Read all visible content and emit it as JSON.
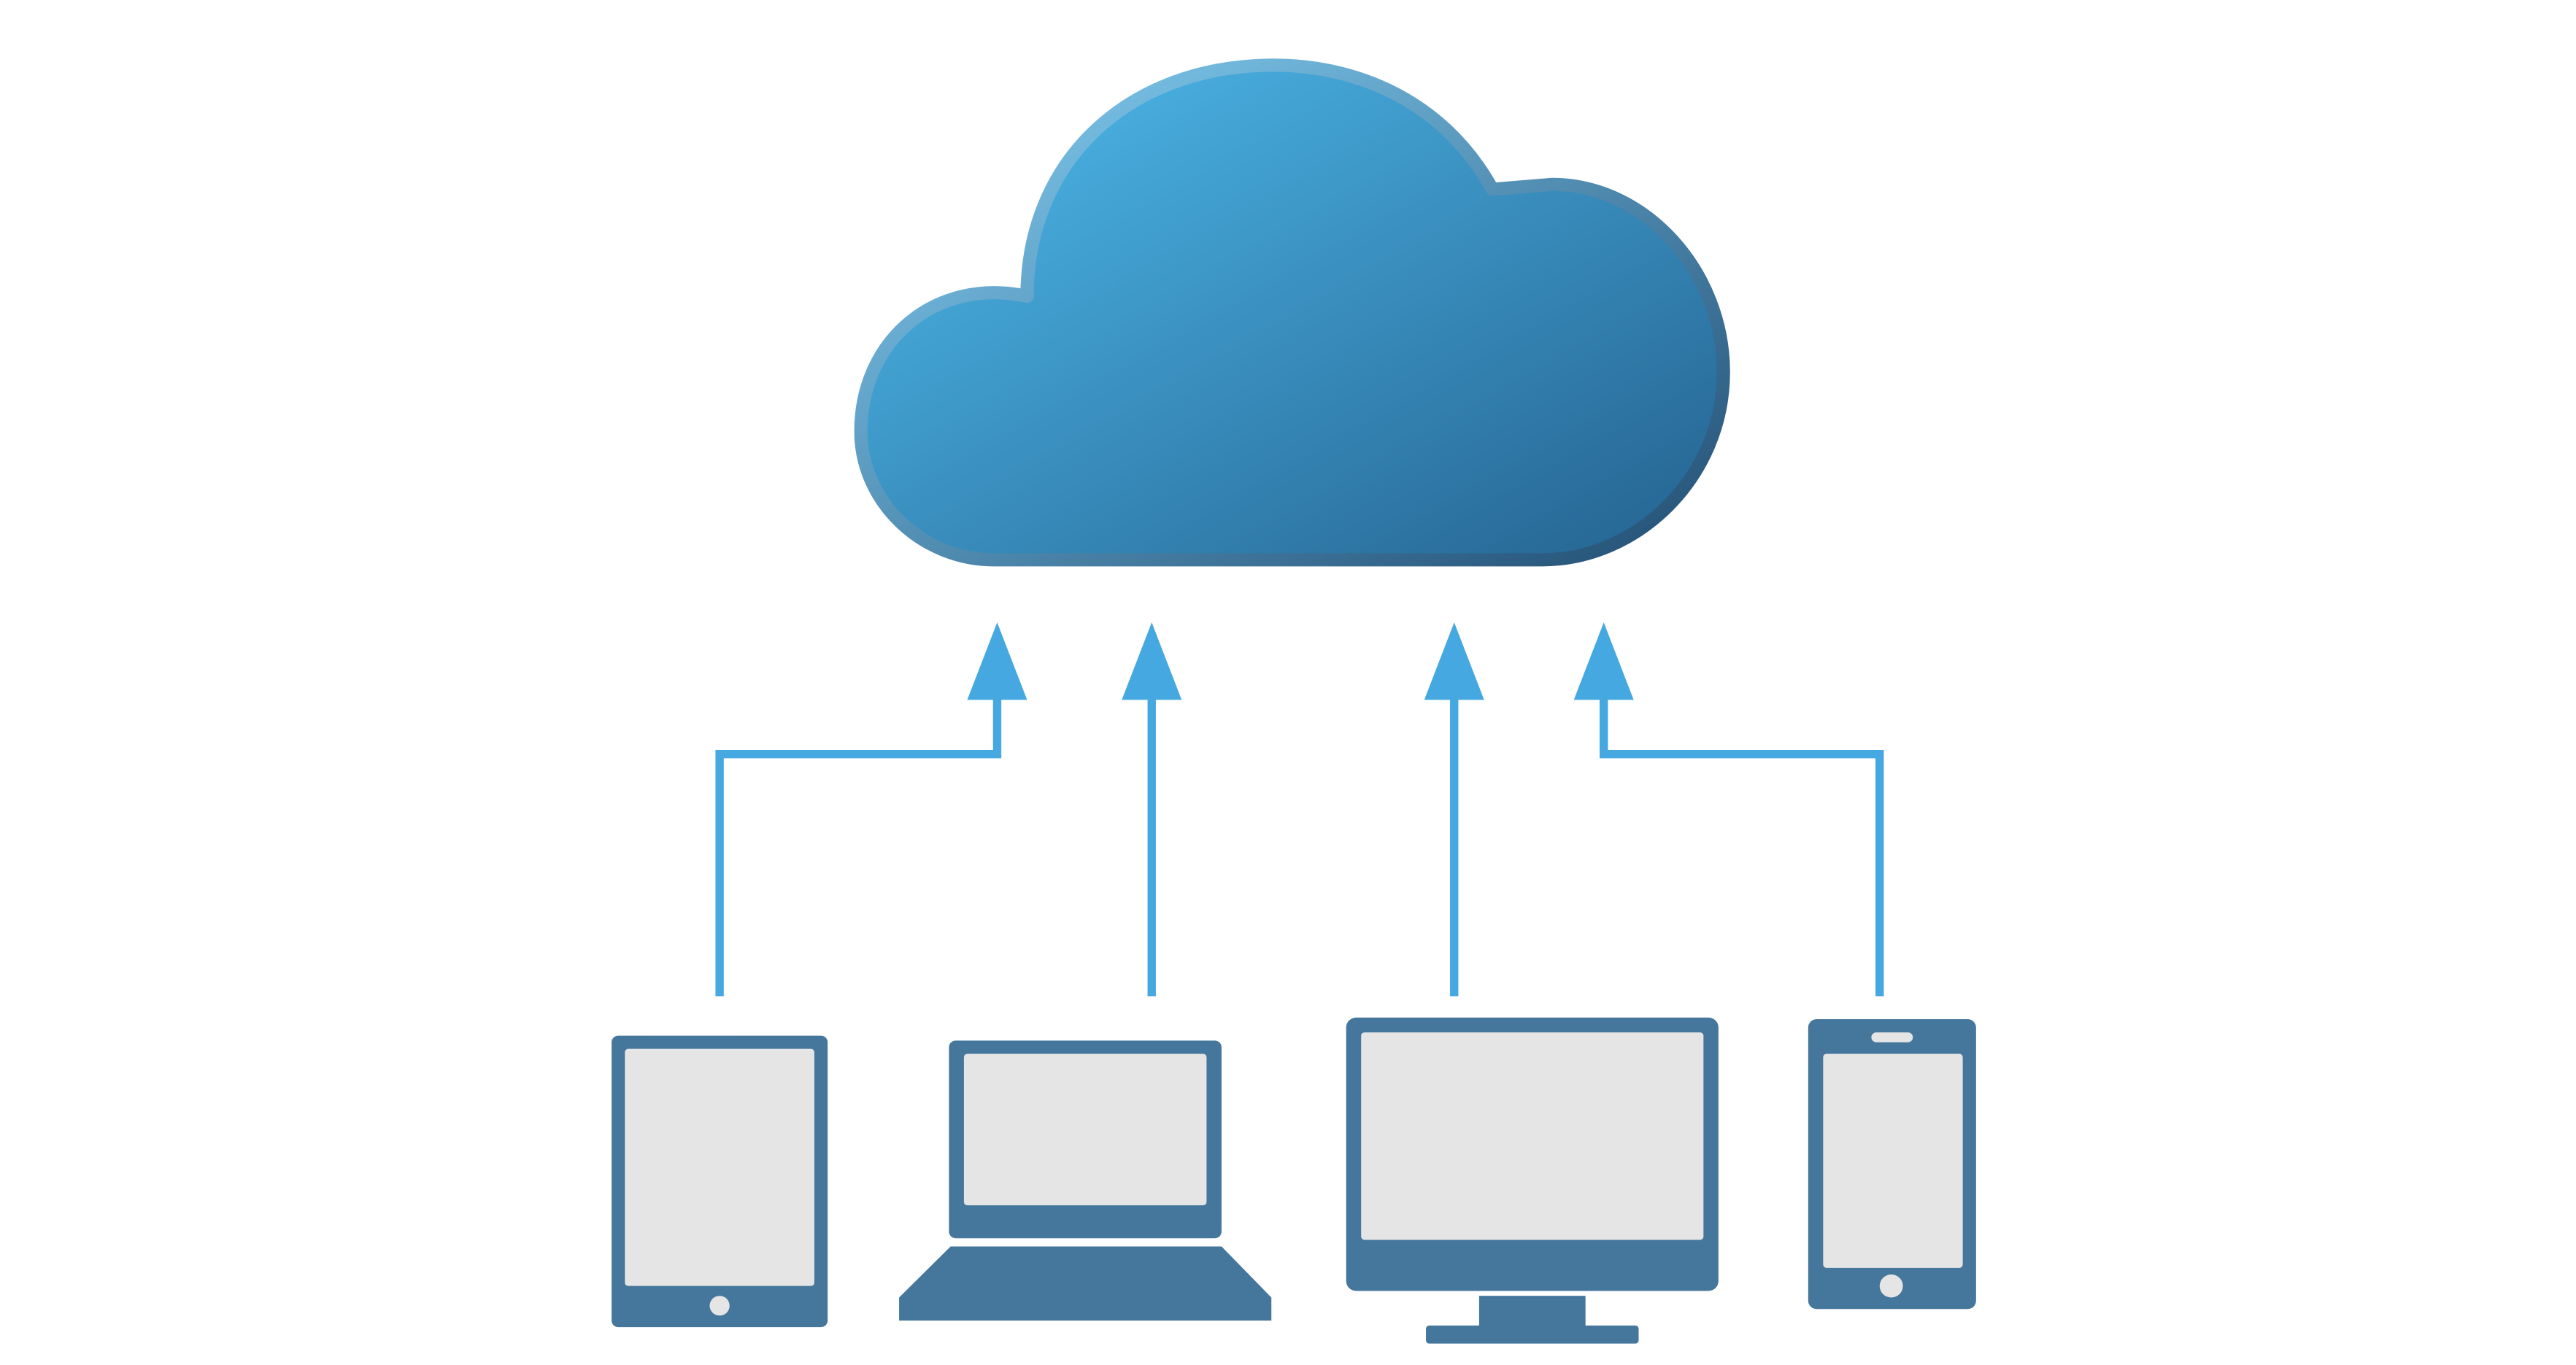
{
  "diagram": {
    "nodes": [
      {
        "id": "cloud",
        "kind": "cloud",
        "icon": "cloud-icon"
      },
      {
        "id": "tablet",
        "kind": "device",
        "icon": "tablet-icon"
      },
      {
        "id": "laptop",
        "kind": "device",
        "icon": "laptop-icon"
      },
      {
        "id": "desktop",
        "kind": "device",
        "icon": "desktop-monitor-icon"
      },
      {
        "id": "phone",
        "kind": "device",
        "icon": "smartphone-icon"
      }
    ],
    "edges": [
      {
        "from": "tablet",
        "to": "cloud",
        "style": "arrow"
      },
      {
        "from": "laptop",
        "to": "cloud",
        "style": "arrow"
      },
      {
        "from": "desktop",
        "to": "cloud",
        "style": "arrow"
      },
      {
        "from": "phone",
        "to": "cloud",
        "style": "arrow"
      }
    ]
  },
  "colors": {
    "background": "#ffffff",
    "cloud_light": "#4fbdee",
    "cloud_dark": "#24618f",
    "cloud_outline_light": "#86d2f7",
    "cloud_outline_dark": "#224e73",
    "arrow": "#45a8e0",
    "device_body": "#45769b",
    "device_screen": "#e5e5e5"
  }
}
